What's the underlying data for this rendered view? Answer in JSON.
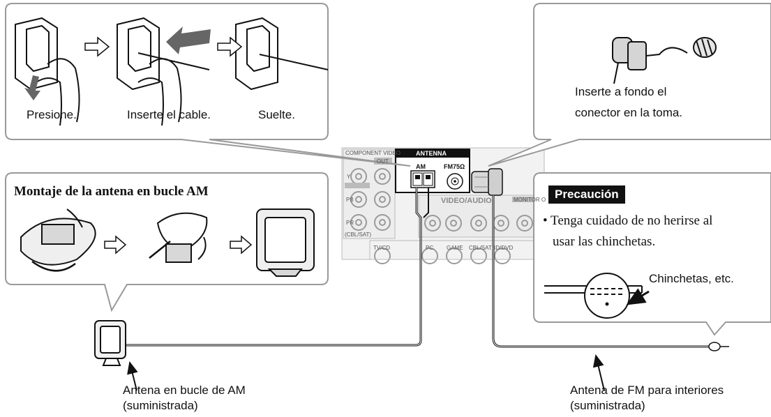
{
  "steps": {
    "press": "Presione.",
    "insert": "Inserte el cable.",
    "release": "Suelte."
  },
  "fm_connector_note": {
    "line1": "Inserte a fondo el",
    "line2": "conector en la toma."
  },
  "am_assembly_title": "Montaje de la antena en bucle AM",
  "panel": {
    "component_video": "COMPONENT VIDEO",
    "out": "OUT",
    "y": "Y",
    "pb": "PB",
    "pr": "PR",
    "cbl_sat_small": "(CBL/SAT)",
    "antenna": "ANTENNA",
    "am": "AM",
    "fm": "FM75Ω",
    "video_audio": "VIDEO/AUDIO",
    "monitor": "MONITOR O",
    "inputs": [
      "TV/CD",
      "PC",
      "GAME",
      "CBL/SAT",
      "BD/DVD"
    ]
  },
  "caution": {
    "title": "Precaución",
    "text_line1": "• Tenga cuidado de no herirse al",
    "text_line2": "usar las chinchetas.",
    "pins_label": "Chinchetas, etc."
  },
  "am_antenna_label": {
    "line1": "Antena en bucle de AM",
    "line2": "(suministrada)"
  },
  "fm_antenna_label": {
    "line1": "Antena de FM para interiores",
    "line2": "(suministrada)"
  }
}
